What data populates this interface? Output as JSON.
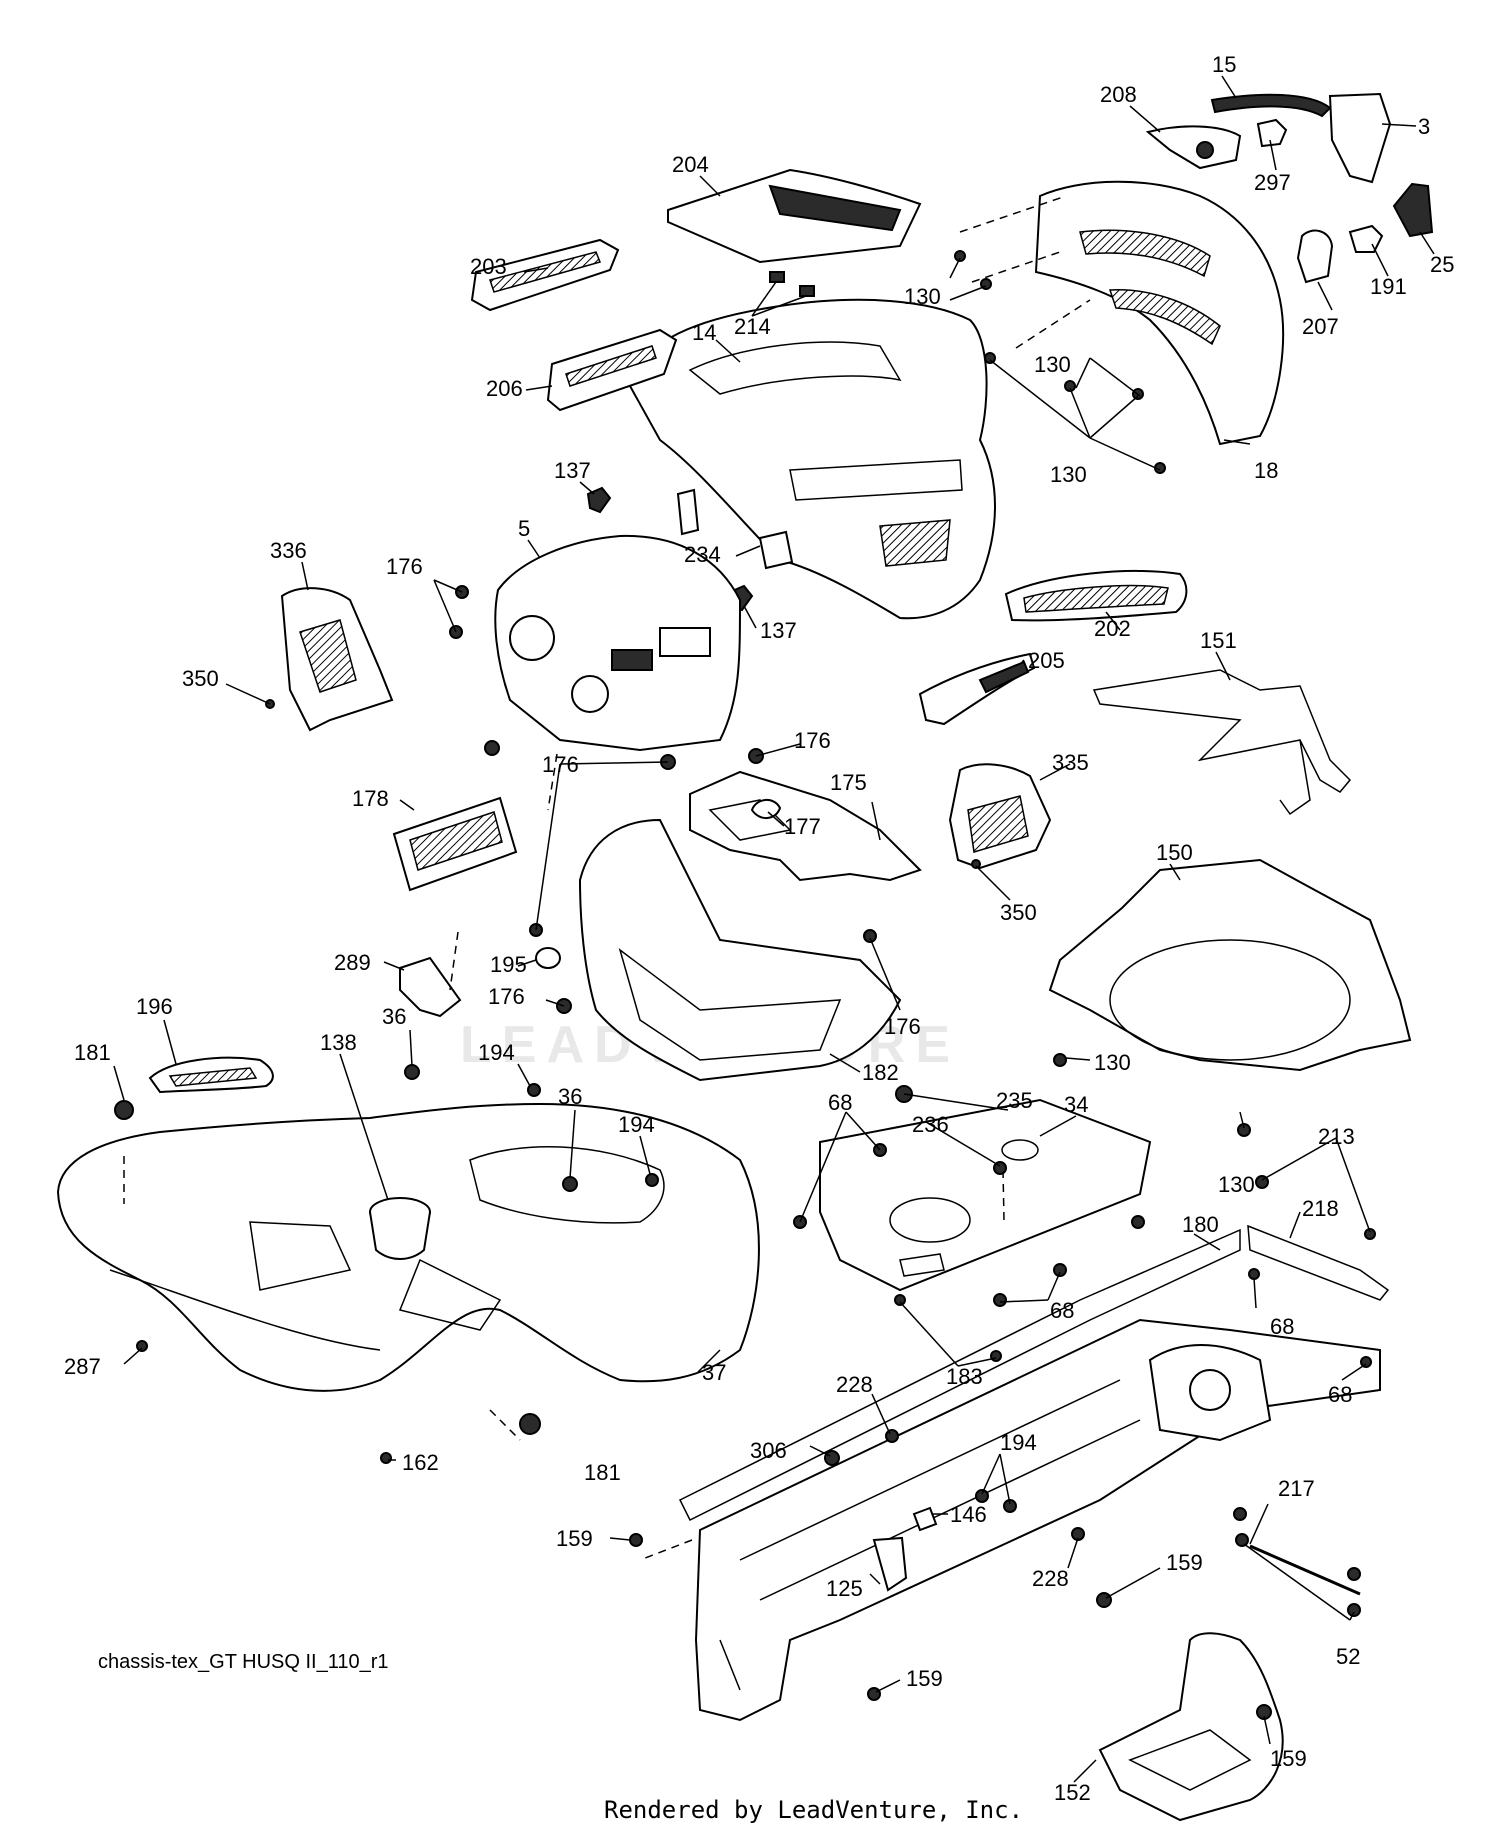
{
  "diagram_id": "chassis-tex_GT HUSQ II_110_r1",
  "footer": "Rendered by LeadVenture, Inc.",
  "watermark": "LEADVENTURE",
  "callouts": [
    {
      "id": "15",
      "label": "15"
    },
    {
      "id": "208",
      "label": "208"
    },
    {
      "id": "3",
      "label": "3"
    },
    {
      "id": "297",
      "label": "297"
    },
    {
      "id": "204",
      "label": "204"
    },
    {
      "id": "25",
      "label": "25"
    },
    {
      "id": "191",
      "label": "191"
    },
    {
      "id": "207",
      "label": "207"
    },
    {
      "id": "203",
      "label": "203"
    },
    {
      "id": "214",
      "label": "214"
    },
    {
      "id": "130a",
      "label": "130"
    },
    {
      "id": "130b",
      "label": "130"
    },
    {
      "id": "130c",
      "label": "130"
    },
    {
      "id": "14",
      "label": "14"
    },
    {
      "id": "206",
      "label": "206"
    },
    {
      "id": "18",
      "label": "18"
    },
    {
      "id": "137a",
      "label": "137"
    },
    {
      "id": "137b",
      "label": "137"
    },
    {
      "id": "336",
      "label": "336"
    },
    {
      "id": "5",
      "label": "5"
    },
    {
      "id": "234",
      "label": "234"
    },
    {
      "id": "176a",
      "label": "176"
    },
    {
      "id": "176b",
      "label": "176"
    },
    {
      "id": "176c",
      "label": "176"
    },
    {
      "id": "176d",
      "label": "176"
    },
    {
      "id": "176e",
      "label": "176"
    },
    {
      "id": "202",
      "label": "202"
    },
    {
      "id": "151",
      "label": "151"
    },
    {
      "id": "350a",
      "label": "350"
    },
    {
      "id": "350b",
      "label": "350"
    },
    {
      "id": "205",
      "label": "205"
    },
    {
      "id": "335",
      "label": "335"
    },
    {
      "id": "178",
      "label": "178"
    },
    {
      "id": "175",
      "label": "175"
    },
    {
      "id": "177",
      "label": "177"
    },
    {
      "id": "150",
      "label": "150"
    },
    {
      "id": "195",
      "label": "195"
    },
    {
      "id": "289",
      "label": "289"
    },
    {
      "id": "196",
      "label": "196"
    },
    {
      "id": "36a",
      "label": "36"
    },
    {
      "id": "36b",
      "label": "36"
    },
    {
      "id": "138",
      "label": "138"
    },
    {
      "id": "181a",
      "label": "181"
    },
    {
      "id": "181b",
      "label": "181"
    },
    {
      "id": "194a",
      "label": "194"
    },
    {
      "id": "194b",
      "label": "194"
    },
    {
      "id": "194c",
      "label": "194"
    },
    {
      "id": "182",
      "label": "182"
    },
    {
      "id": "130d",
      "label": "130"
    },
    {
      "id": "130e",
      "label": "130"
    },
    {
      "id": "68a",
      "label": "68"
    },
    {
      "id": "68b",
      "label": "68"
    },
    {
      "id": "68c",
      "label": "68"
    },
    {
      "id": "68d",
      "label": "68"
    },
    {
      "id": "235",
      "label": "235"
    },
    {
      "id": "236",
      "label": "236"
    },
    {
      "id": "34",
      "label": "34"
    },
    {
      "id": "213",
      "label": "213"
    },
    {
      "id": "218",
      "label": "218"
    },
    {
      "id": "180",
      "label": "180"
    },
    {
      "id": "183",
      "label": "183"
    },
    {
      "id": "287",
      "label": "287"
    },
    {
      "id": "37",
      "label": "37"
    },
    {
      "id": "228a",
      "label": "228"
    },
    {
      "id": "228b",
      "label": "228"
    },
    {
      "id": "162",
      "label": "162"
    },
    {
      "id": "306",
      "label": "306"
    },
    {
      "id": "146",
      "label": "146"
    },
    {
      "id": "217",
      "label": "217"
    },
    {
      "id": "159a",
      "label": "159"
    },
    {
      "id": "159b",
      "label": "159"
    },
    {
      "id": "159c",
      "label": "159"
    },
    {
      "id": "159d",
      "label": "159"
    },
    {
      "id": "125",
      "label": "125"
    },
    {
      "id": "52",
      "label": "52"
    },
    {
      "id": "152",
      "label": "152"
    }
  ]
}
